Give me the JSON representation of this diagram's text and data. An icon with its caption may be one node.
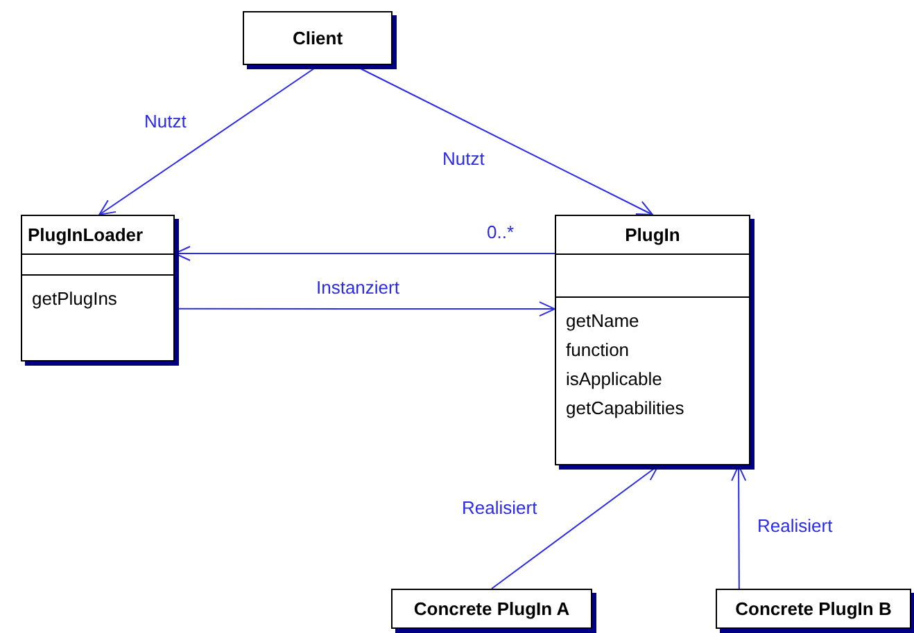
{
  "diagram": {
    "nodes": [
      {
        "text": [
          "Client"
        ]
      },
      {
        "text": [
          "PlugInLoader",
          "getPlugIns"
        ]
      },
      {
        "text": [
          "PlugIn",
          "getName",
          "function",
          "isApplicable",
          "getCapabilities"
        ]
      },
      {
        "text": [
          "Concrete PlugIn A"
        ]
      },
      {
        "text": [
          "Concrete PlugIn B"
        ]
      }
    ],
    "edges": [
      {
        "from": 0,
        "to": 1,
        "arrow": "to",
        "label": "Nutzt"
      },
      {
        "from": 0,
        "to": 2,
        "arrow": "to",
        "label": "Nutzt"
      },
      {
        "from": 2,
        "to": 1,
        "arrow": "to",
        "label": "0..*"
      },
      {
        "from": 1,
        "to": 2,
        "arrow": "to",
        "label": "Instanziert"
      },
      {
        "from": 3,
        "to": 2,
        "arrow": "to",
        "label": "Realisiert"
      },
      {
        "from": 4,
        "to": 2,
        "arrow": "to",
        "label": "Realisiert"
      }
    ]
  }
}
